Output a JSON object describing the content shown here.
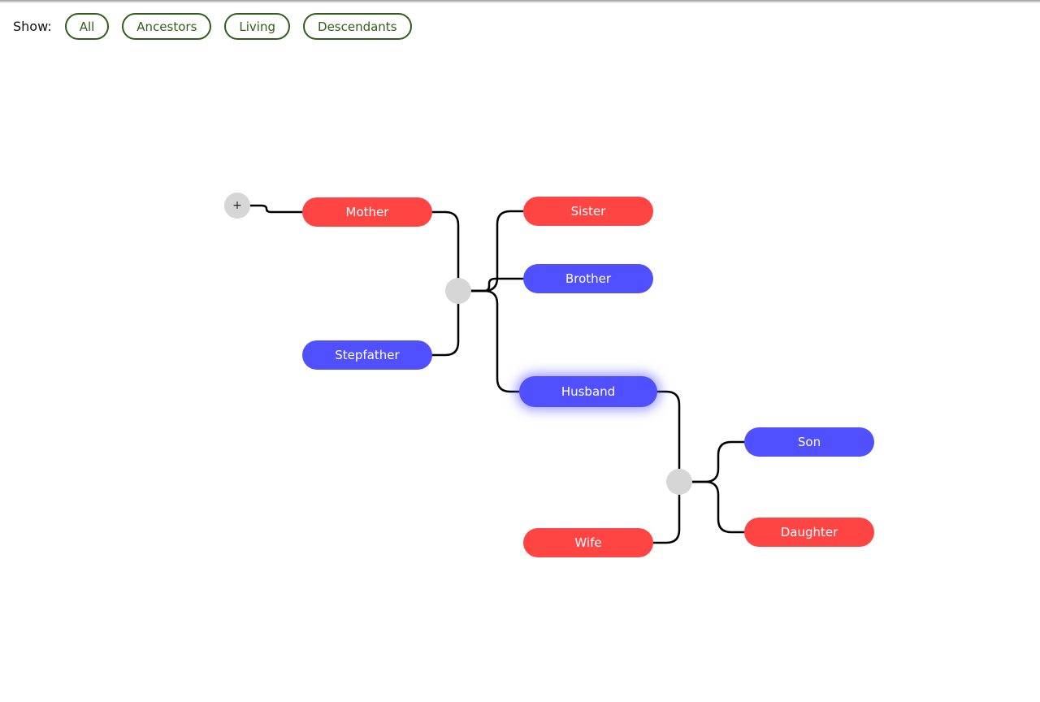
{
  "filter": {
    "label": "Show:",
    "options": [
      "All",
      "Ancestors",
      "Living",
      "Descendants"
    ]
  },
  "expand": {
    "symbol": "+"
  },
  "people": {
    "mother": "Mother",
    "stepfather": "Stepfather",
    "sister": "Sister",
    "brother": "Brother",
    "husband": "Husband",
    "wife": "Wife",
    "son": "Son",
    "daughter": "Daughter"
  },
  "colors": {
    "female": "#ff4444",
    "male": "#5050ff",
    "union": "#d6d6d6",
    "link": "#000000",
    "filter_accent": "#2f5e1a"
  },
  "selected": "Husband"
}
